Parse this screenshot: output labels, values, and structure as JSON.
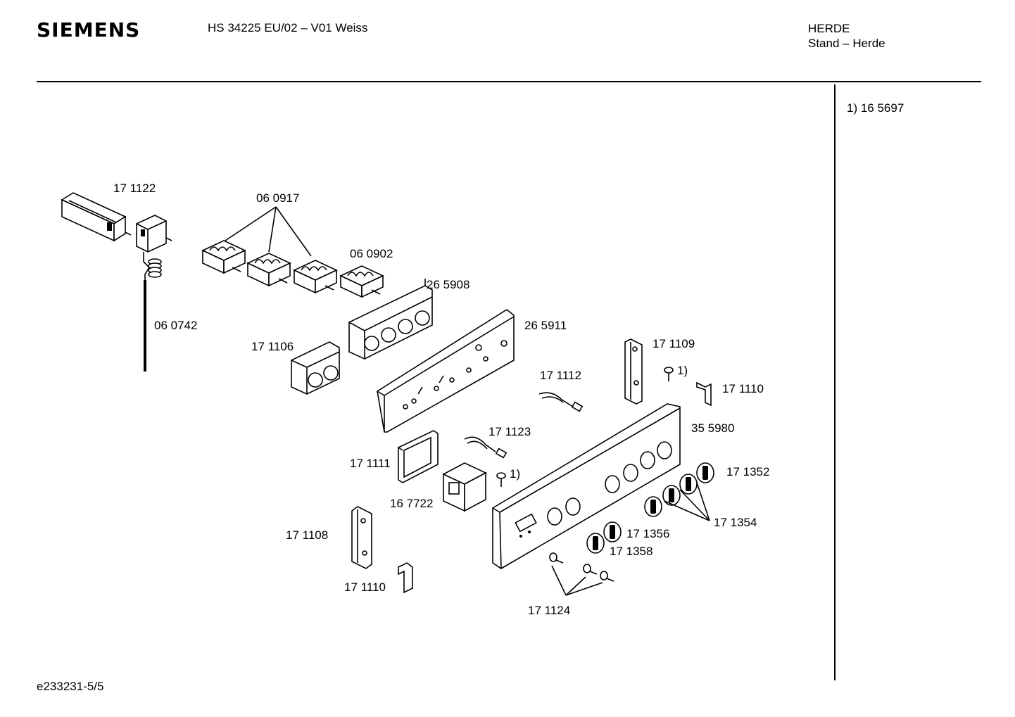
{
  "header": {
    "brand": "SIEMENS",
    "model": "HS 34225 EU/02 – V01 Weiss",
    "category": "HERDE",
    "subcategory": "Stand – Herde"
  },
  "note": "1)  16 5697",
  "footer": "e233231-5/5",
  "parts": [
    "17 1122",
    "06 0917",
    "06 0902",
    "26 5908",
    "06 0742",
    "26 5911",
    "17 1106",
    "17 1109",
    "1)",
    "17 1112",
    "17 1110",
    "35 5980",
    "17 1123",
    "17 1111",
    "1)",
    "17 1352",
    "16 7722",
    "17 1354",
    "17 1356",
    "17 1108",
    "17 1358",
    "17 1110",
    "17 1124"
  ]
}
